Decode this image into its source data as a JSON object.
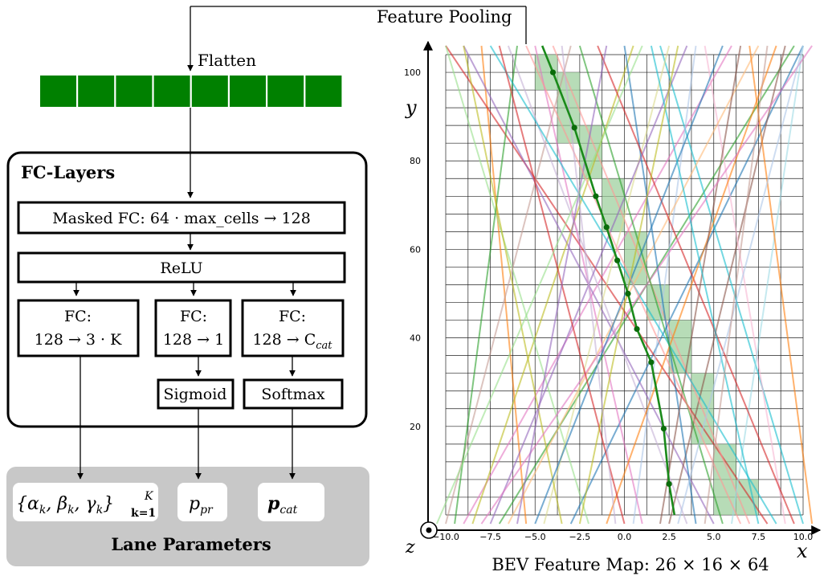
{
  "labels": {
    "feature_pooling": "Feature Pooling",
    "flatten": "Flatten",
    "fc_layers": "FC-Layers",
    "masked_fc": "Masked FC: 64 · max_cells  → 128",
    "relu": "ReLU",
    "fc1_top": "FC:",
    "fc1_bottom": "128  → 3 · K",
    "fc2_top": "FC:",
    "fc2_bottom": "128 → 1",
    "fc3_top": "FC:",
    "fc3_bottom": "128 → C",
    "fc3_sub": "cat",
    "sigmoid": "Sigmoid",
    "softmax": "Softmax",
    "lane_parameters": "Lane Parameters",
    "param_alpha": "{α",
    "param_alpha_sub": "k",
    "param_beta": ", β",
    "param_beta_sub": "k",
    "param_gamma": ", γ",
    "param_gamma_sub": "k",
    "param_close": "}",
    "param_sup": "K",
    "param_range_sub": "k=1",
    "param_ppr": "p",
    "param_ppr_sub": "pr",
    "param_pcat": "p",
    "param_pcat_sub": "cat",
    "y_axis": "y",
    "x_axis": "x",
    "z_axis": "z",
    "bev_caption": "BEV Feature Map: 26 × 16 × 64"
  },
  "colors": {
    "flatten_cell": "#008000",
    "lane_green": "#1a8a1a",
    "highlight_cell": "#9fd09f",
    "lane_params_bg": "#c8c8c8"
  },
  "chart_data": {
    "type": "line",
    "x_ticks": [
      "−10.0",
      "−7.5",
      "−5.0",
      "−2.5",
      "0.0",
      "2.5",
      "5.0",
      "7.5",
      "10.0"
    ],
    "x_tick_values": [
      -10,
      -7.5,
      -5,
      -2.5,
      0,
      2.5,
      5,
      7.5,
      10
    ],
    "y_ticks": [
      "20",
      "40",
      "60",
      "80",
      "100"
    ],
    "y_tick_values": [
      20,
      40,
      60,
      80,
      100
    ],
    "xlim": [
      -10,
      10
    ],
    "ylim": [
      0,
      104
    ],
    "grid": {
      "cols": 16,
      "rows": 26
    },
    "lane_points": [
      {
        "x": -4.0,
        "y": 100.0
      },
      {
        "x": -2.8,
        "y": 87.5
      },
      {
        "x": -1.6,
        "y": 72.0
      },
      {
        "x": -1.0,
        "y": 65.0
      },
      {
        "x": -0.4,
        "y": 57.5
      },
      {
        "x": 0.2,
        "y": 50.0
      },
      {
        "x": 0.7,
        "y": 42.0
      },
      {
        "x": 1.5,
        "y": 34.5
      },
      {
        "x": 2.2,
        "y": 19.5
      },
      {
        "x": 2.5,
        "y": 7.0
      }
    ],
    "highlight_cells": [
      {
        "col": 4,
        "row": 25
      },
      {
        "col": 4,
        "row": 24
      },
      {
        "col": 5,
        "row": 24
      },
      {
        "col": 5,
        "row": 23
      },
      {
        "col": 5,
        "row": 22
      },
      {
        "col": 5,
        "row": 21
      },
      {
        "col": 6,
        "row": 21
      },
      {
        "col": 6,
        "row": 20
      },
      {
        "col": 6,
        "row": 19
      },
      {
        "col": 7,
        "row": 18
      },
      {
        "col": 7,
        "row": 17
      },
      {
        "col": 7,
        "row": 16
      },
      {
        "col": 8,
        "row": 15
      },
      {
        "col": 8,
        "row": 14
      },
      {
        "col": 8,
        "row": 13
      },
      {
        "col": 9,
        "row": 12
      },
      {
        "col": 9,
        "row": 11
      },
      {
        "col": 10,
        "row": 10
      },
      {
        "col": 10,
        "row": 9
      },
      {
        "col": 10,
        "row": 8
      },
      {
        "col": 11,
        "row": 7
      },
      {
        "col": 11,
        "row": 6
      },
      {
        "col": 11,
        "row": 5
      },
      {
        "col": 11,
        "row": 4
      },
      {
        "col": 12,
        "row": 3
      },
      {
        "col": 12,
        "row": 2
      },
      {
        "col": 12,
        "row": 1
      },
      {
        "col": 12,
        "row": 0
      },
      {
        "col": 13,
        "row": 1
      },
      {
        "col": 13,
        "row": 0
      }
    ],
    "candidate_lines": [
      {
        "x1": -9.0,
        "x2": 6.0,
        "c": "#e377c2"
      },
      {
        "x1": -7.0,
        "x2": 9.5,
        "c": "#2ca02c"
      },
      {
        "x1": -5.5,
        "x2": -8.0,
        "c": "#ff7f0e"
      },
      {
        "x1": -3.0,
        "x2": 10.0,
        "c": "#1f77b4"
      },
      {
        "x1": 8.0,
        "x2": -10.0,
        "c": "#d62728"
      },
      {
        "x1": 5.0,
        "x2": -9.0,
        "c": "#9467bd"
      },
      {
        "x1": 10.0,
        "x2": 2.0,
        "c": "#17becf"
      },
      {
        "x1": -8.5,
        "x2": 0.5,
        "c": "#bcbd22"
      },
      {
        "x1": 2.5,
        "x2": 9.0,
        "c": "#8c564b"
      },
      {
        "x1": 7.0,
        "x2": -4.0,
        "c": "#ff9896"
      },
      {
        "x1": -2.0,
        "x2": -10.0,
        "c": "#98df8a"
      },
      {
        "x1": 0.5,
        "x2": 4.0,
        "c": "#aec7e8"
      },
      {
        "x1": -10.0,
        "x2": -3.0,
        "c": "#c49c94"
      },
      {
        "x1": 9.0,
        "x2": 4.5,
        "c": "#f7b6d2"
      },
      {
        "x1": 3.5,
        "x2": -6.5,
        "c": "#c5b0d5"
      },
      {
        "x1": -6.5,
        "x2": 7.5,
        "c": "#ffbb78"
      },
      {
        "x1": 6.0,
        "x2": 10.0,
        "c": "#9edae5"
      },
      {
        "x1": -4.5,
        "x2": 2.5,
        "c": "#dbdb8d"
      },
      {
        "x1": 1.0,
        "x2": -5.0,
        "c": "#e377c2"
      },
      {
        "x1": -9.5,
        "x2": -6.0,
        "c": "#2ca02c"
      },
      {
        "x1": 4.0,
        "x2": 0.0,
        "c": "#1f77b4"
      },
      {
        "x1": 9.5,
        "x2": -1.5,
        "c": "#d62728"
      },
      {
        "x1": -1.0,
        "x2": 8.5,
        "c": "#ff7f0e"
      },
      {
        "x1": -7.5,
        "x2": 3.5,
        "c": "#9467bd"
      },
      {
        "x1": 8.5,
        "x2": -7.5,
        "c": "#17becf"
      },
      {
        "x1": -3.5,
        "x2": -9.0,
        "c": "#bcbd22"
      },
      {
        "x1": 2.0,
        "x2": 6.5,
        "c": "#8c564b"
      },
      {
        "x1": -8.0,
        "x2": 10.5,
        "c": "#e377c2"
      },
      {
        "x1": 5.5,
        "x2": -2.5,
        "c": "#2ca02c"
      },
      {
        "x1": -5.0,
        "x2": 5.5,
        "c": "#1f77b4"
      },
      {
        "x1": 10.5,
        "x2": 7.0,
        "c": "#ff7f0e"
      },
      {
        "x1": 0.0,
        "x2": -7.0,
        "c": "#d62728"
      },
      {
        "x1": -6.0,
        "x2": -1.0,
        "c": "#9467bd"
      },
      {
        "x1": 7.5,
        "x2": 1.5,
        "c": "#17becf"
      },
      {
        "x1": -2.5,
        "x2": 3.0,
        "c": "#bcbd22"
      },
      {
        "x1": 3.0,
        "x2": 10.0,
        "c": "#aec7e8"
      },
      {
        "x1": -10.5,
        "x2": 1.0,
        "c": "#98df8a"
      },
      {
        "x1": 6.5,
        "x2": -5.5,
        "c": "#ff9896"
      },
      {
        "x1": -0.5,
        "x2": -3.5,
        "c": "#c5b0d5"
      },
      {
        "x1": 4.5,
        "x2": 8.0,
        "c": "#c49c94"
      }
    ]
  }
}
